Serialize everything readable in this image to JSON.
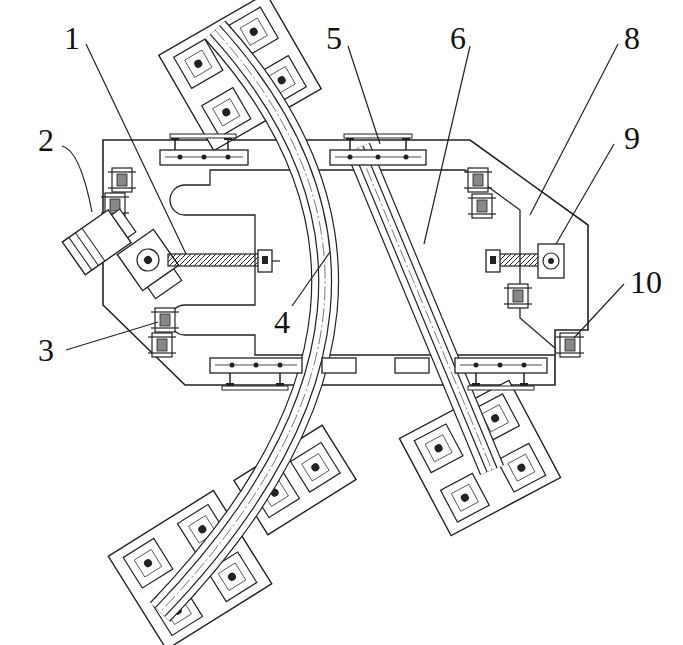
{
  "diagram": {
    "labels": [
      "1",
      "2",
      "3",
      "4",
      "5",
      "6",
      "8",
      "9",
      "10"
    ]
  }
}
